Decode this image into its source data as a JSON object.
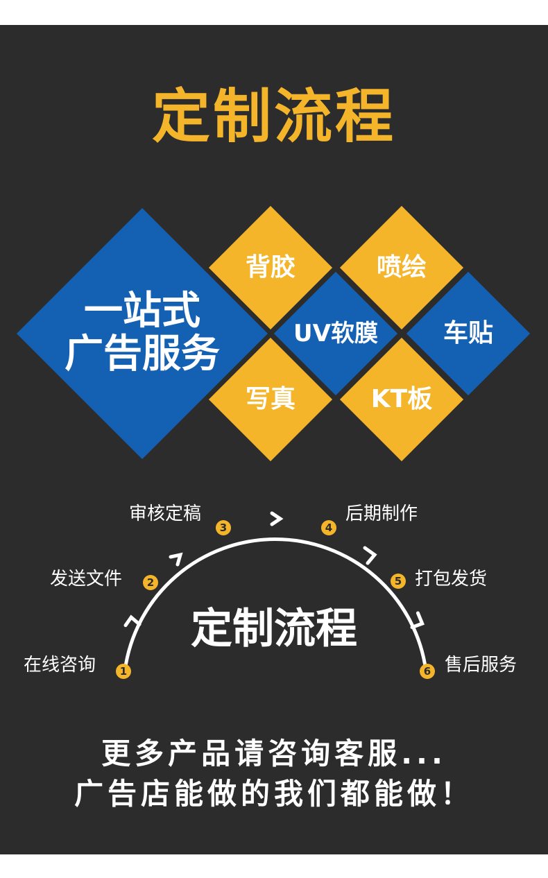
{
  "title": "定制流程",
  "hero": {
    "main_line1": "一站式",
    "main_line2": "广告服务",
    "items": {
      "beijiao": "背胶",
      "penhui": "喷绘",
      "uv": "UV软膜",
      "chetie": "车贴",
      "xiezhen": "写真",
      "kt": "KT板"
    }
  },
  "process": {
    "center_title": "定制流程",
    "steps": [
      {
        "num": "1",
        "label": "在线咨询"
      },
      {
        "num": "2",
        "label": "发送文件"
      },
      {
        "num": "3",
        "label": "审核定稿"
      },
      {
        "num": "4",
        "label": "后期制作"
      },
      {
        "num": "5",
        "label": "打包发货"
      },
      {
        "num": "6",
        "label": "售后服务"
      }
    ]
  },
  "footer": {
    "line1": "更多产品请咨询客服...",
    "line2": "广告店能做的我们都能做！"
  },
  "colors": {
    "background": "#2c2c2c",
    "accent_yellow": "#f5b52b",
    "accent_blue": "#1461b4"
  }
}
